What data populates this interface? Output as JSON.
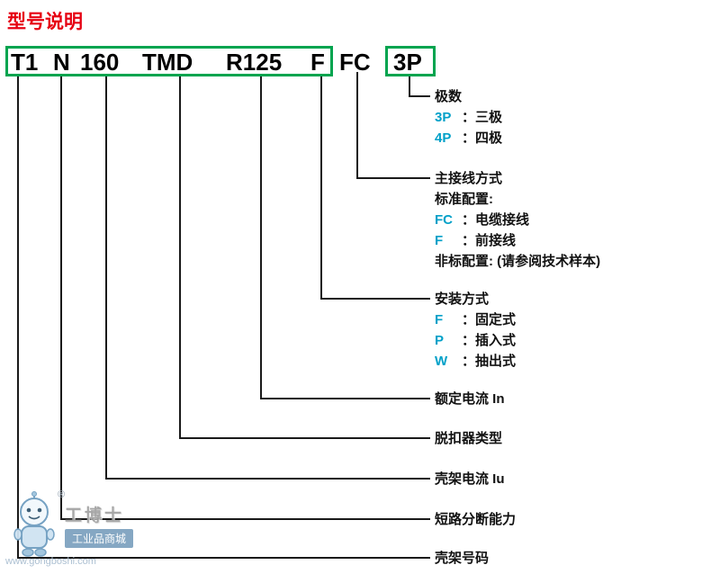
{
  "title": "型号说明",
  "model_code": {
    "segments": {
      "frame": "T1",
      "breaking": "N",
      "frame_current": "160",
      "trip_unit": "TMD",
      "rated_current": "R125",
      "mounting": "F"
    },
    "wiring_code": "FC",
    "poles_code": "3P"
  },
  "sections": [
    {
      "heading": "极数",
      "rows": [
        {
          "code": "3P",
          "desc": "：三极"
        },
        {
          "code": "4P",
          "desc": "：四极"
        }
      ]
    },
    {
      "heading": "主接线方式",
      "rows": [
        {
          "plain": "标准配置:"
        },
        {
          "code": "FC",
          "desc": "：电缆接线"
        },
        {
          "code": "F",
          "desc": "：前接线"
        },
        {
          "plain": "非标配置: (请参阅技术样本)"
        }
      ]
    },
    {
      "heading": "安装方式",
      "rows": [
        {
          "code": "F",
          "desc": "：固定式"
        },
        {
          "code": "P",
          "desc": "：插入式"
        },
        {
          "code": "W",
          "desc": "：抽出式"
        }
      ]
    },
    {
      "heading": "额定电流 In",
      "rows": []
    },
    {
      "heading": "脱扣器类型",
      "rows": []
    },
    {
      "heading": "壳架电流 Iu",
      "rows": []
    },
    {
      "heading": "短路分断能力",
      "rows": []
    },
    {
      "heading": "壳架号码",
      "rows": []
    }
  ],
  "watermark": {
    "registered": "®",
    "brand": "工博士",
    "tagline": "工业品商城",
    "url": "www.gongboshi.com"
  },
  "colors": {
    "title_red": "#e60012",
    "box_green": "#00a44f",
    "option_cyan": "#00a0c8",
    "line_black": "#1a1a1a",
    "watermark_blue": "#7fa3c0"
  }
}
